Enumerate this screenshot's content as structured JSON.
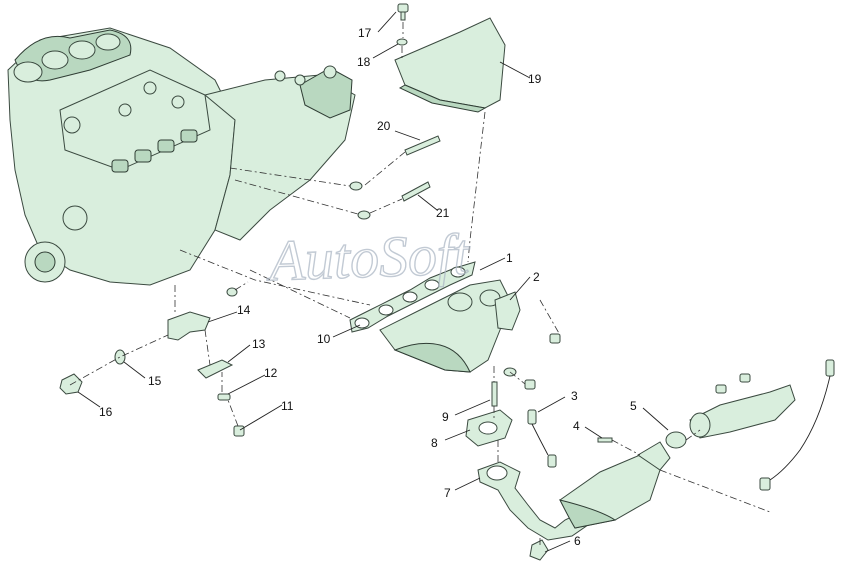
{
  "watermark": {
    "text": "AutoSoft"
  },
  "callouts": {
    "c1": "1",
    "c2": "2",
    "c3": "3",
    "c4": "4",
    "c5": "5",
    "c6": "6",
    "c7": "7",
    "c8": "8",
    "c9": "9",
    "c10": "10",
    "c11": "11",
    "c12": "12",
    "c13": "13",
    "c14": "14",
    "c15": "15",
    "c16": "16",
    "c17": "17",
    "c18": "18",
    "c19": "19",
    "c20": "20",
    "c21": "21"
  },
  "colors": {
    "part_fill": "#d9eedd",
    "part_stroke": "#3b4a40",
    "watermark": "#aeb9c6"
  },
  "icons": {
    "engine": "engine-assembly-icon",
    "gearbox": "gearbox-icon",
    "manifold": "exhaust-manifold-icon",
    "heat_shield": "heat-shield-icon",
    "catalyst": "catalytic-converter-icon",
    "oxygen_sensor": "oxygen-sensor-icon"
  }
}
